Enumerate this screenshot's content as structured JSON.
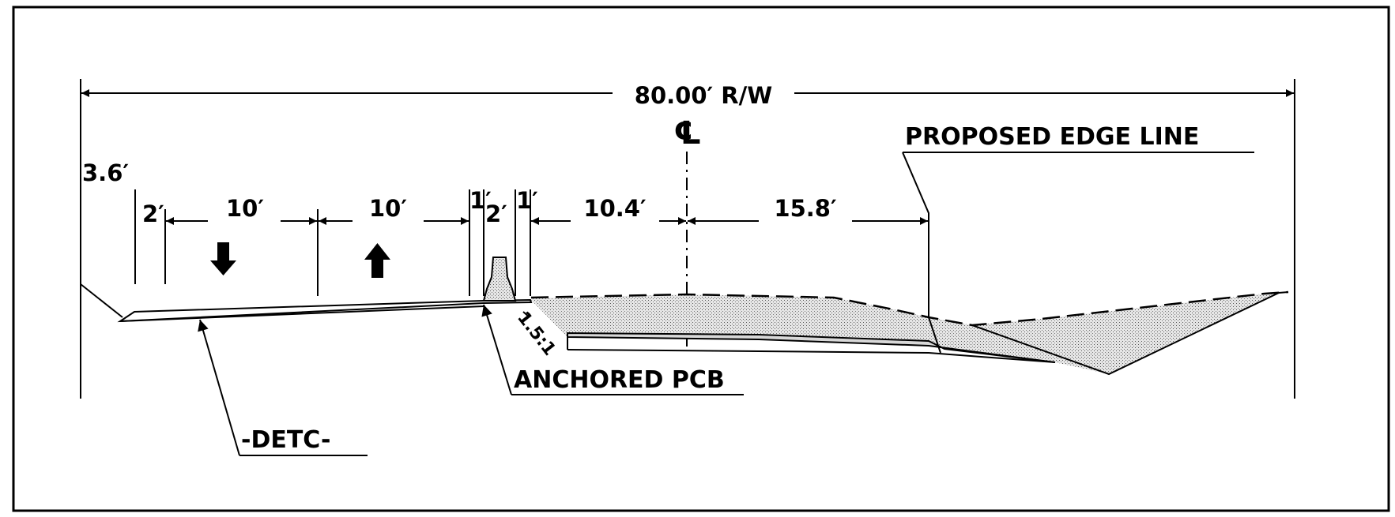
{
  "dimensions": {
    "row_width": "80.00′ R/W",
    "side_slope": "3.6′",
    "shoulder_left": "2′",
    "lane_southbound": "10′",
    "lane_northbound": "10′",
    "offset_left": "1′",
    "barrier_width": "2′",
    "offset_right": "1′",
    "to_centerline": "10.4′",
    "centerline_to_edge": "15.8′",
    "slope_ratio": "1.5:1"
  },
  "symbols": {
    "centerline": "℄"
  },
  "callouts": {
    "proposed_edge_line": "PROPOSED EDGE LINE",
    "anchored_pcb": "ANCHORED PCB",
    "detc": "-DETC-"
  },
  "colors": {
    "ink": "#000000",
    "fill_stipple": "#bdbdbd"
  }
}
